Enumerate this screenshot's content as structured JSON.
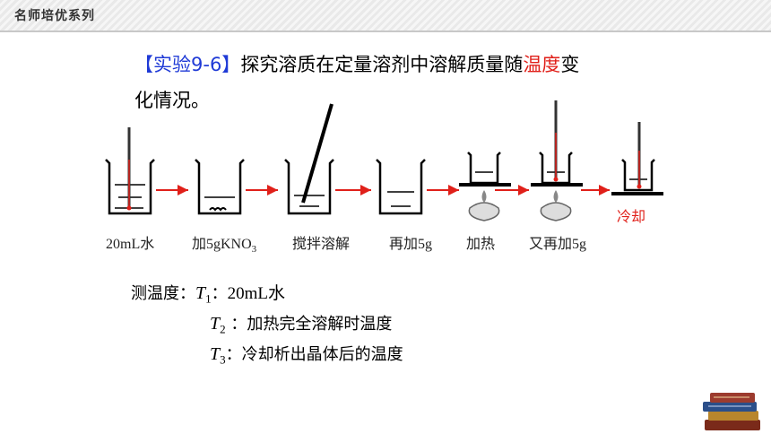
{
  "header": {
    "title": "名师培优系列"
  },
  "experiment": {
    "label": "【实验9-6】",
    "text_before": "探究溶质在定量溶剂中溶解质量随",
    "highlight": "温度",
    "text_after": "变",
    "line2": "化情况。"
  },
  "steps": [
    {
      "text": "20mL水"
    },
    {
      "text_main": "加5gKNO",
      "sub": "3"
    },
    {
      "text": "搅拌溶解"
    },
    {
      "text": "再加5g"
    },
    {
      "text": "加热"
    },
    {
      "text": "又再加5g"
    }
  ],
  "cool_label": "冷却",
  "measure": {
    "title": "测温度：",
    "t1_var": "T",
    "t1_sub": "1",
    "t1_sep": "：",
    "t1_text": "20mL水",
    "t2_var": "T",
    "t2_sub": "2",
    "t2_sep": " ：",
    "t2_text": "加热完全溶解时温度",
    "t3_var": "T",
    "t3_sub": "3",
    "t3_sep": "：",
    "t3_text": "冷却析出晶体后的温度"
  },
  "colors": {
    "label_blue": "#1f3ad6",
    "highlight_red": "#e0201a",
    "arrow_red": "#e0201a"
  }
}
